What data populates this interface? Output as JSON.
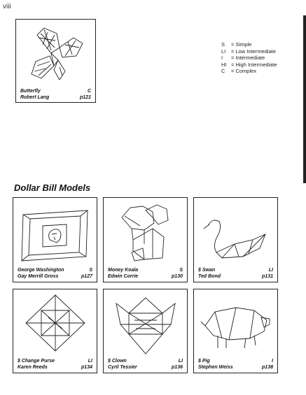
{
  "page_number": "viii",
  "featured": {
    "name": "Butterfly",
    "difficulty": "C",
    "author": "Robert Lang",
    "page": "p121",
    "icon": "butterfly-icon"
  },
  "legend": [
    {
      "code": "S",
      "text": "= Simple"
    },
    {
      "code": "LI",
      "text": "= Low Intermediate"
    },
    {
      "code": "I",
      "text": "= Intermediate"
    },
    {
      "code": "HI",
      "text": "= High Intermediate"
    },
    {
      "code": "C",
      "text": "= Complex"
    }
  ],
  "section_title": "Dollar Bill Models",
  "models": [
    {
      "name": "George Washington",
      "difficulty": "S",
      "author": "Gay Merrill Gross",
      "page": "p127",
      "icon": "portrait-frame-icon"
    },
    {
      "name": "Money Koala",
      "difficulty": "S",
      "author": "Edwin Corrie",
      "page": "p130",
      "icon": "koala-icon"
    },
    {
      "name": "$ Swan",
      "difficulty": "LI",
      "author": "Ted Bond",
      "page": "p131",
      "icon": "swan-icon"
    },
    {
      "name": "$ Change Purse",
      "difficulty": "LI",
      "author": "Karen Reeds",
      "page": "p134",
      "icon": "purse-icon"
    },
    {
      "name": "$ Clown",
      "difficulty": "LI",
      "author": "Cyril Tessier",
      "page": "p136",
      "icon": "clown-icon"
    },
    {
      "name": "$ Pig",
      "difficulty": "I",
      "author": "Stephen Weiss",
      "page": "p138",
      "icon": "pig-icon"
    }
  ]
}
